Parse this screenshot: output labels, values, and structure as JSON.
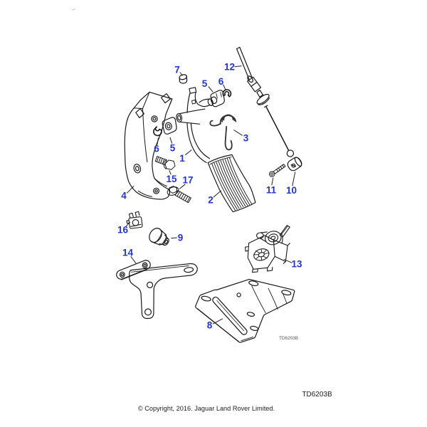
{
  "diagram": {
    "inner_code": "TD6203B"
  },
  "footer": {
    "code": "TD6203B",
    "copyright": "© Copyright, 2016. Jaguar Land Rover Limited."
  },
  "colors": {
    "callout_blue": "#2334cb",
    "line": "#1a1a1a"
  },
  "callouts": {
    "c1": "1",
    "c2": "2",
    "c3": "3",
    "c4": "4",
    "c5_left": "5",
    "c5_right": "5",
    "c6_left": "6",
    "c6_right": "6",
    "c7": "7",
    "c8": "8",
    "c9": "9",
    "c10": "10",
    "c11": "11",
    "c12": "12",
    "c13": "13",
    "c14": "14",
    "c15": "15",
    "c16": "16",
    "c17": "17"
  }
}
